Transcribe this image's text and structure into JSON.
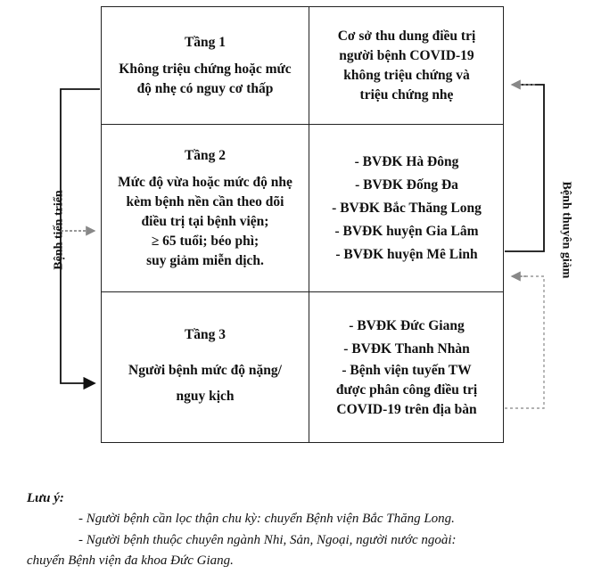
{
  "tiers": [
    {
      "title": "Tầng 1",
      "description_lines": [
        "Không triệu chứng hoặc mức",
        "độ nhẹ có nguy cơ thấp"
      ],
      "facilities": [
        "Cơ sở thu dung điều trị",
        "người bệnh COVID-19",
        "không triệu chứng và",
        "triệu chứng nhẹ"
      ]
    },
    {
      "title": "Tầng 2",
      "description_lines": [
        "Mức độ vừa hoặc mức độ nhẹ",
        "kèm bệnh nền cần theo dõi",
        "điều trị tại bệnh viện;",
        "≥ 65 tuổi; béo phì;",
        "suy giảm miễn dịch."
      ],
      "facilities": [
        "- BVĐK Hà Đông",
        "- BVĐK Đống Đa",
        "- BVĐK Bắc Thăng Long",
        "- BVĐK huyện Gia Lâm",
        "- BVĐK huyện Mê Linh"
      ]
    },
    {
      "title": "Tầng 3",
      "description_lines": [
        "Người bệnh mức độ nặng/",
        "nguy kịch"
      ],
      "facilities": [
        "- BVĐK Đức Giang",
        "- BVĐK Thanh Nhàn",
        "- Bệnh viện tuyến TW",
        "được phân công điều trị",
        "COVID-19 trên địa bàn"
      ]
    }
  ],
  "side_labels": {
    "left": "Bệnh tiến triển",
    "right": "Bệnh thuyên giảm"
  },
  "notes": {
    "title": "Lưu ý:",
    "line1": "- Người bệnh cần lọc thận chu kỳ: chuyển Bệnh viện Bắc Thăng Long.",
    "line2a": "- Người bệnh thuộc chuyên ngành Nhi, Sản, Ngoại, người nước ngoài:",
    "line2b": "chuyển Bệnh viện đa khoa Đức Giang."
  },
  "colors": {
    "line": "#222222",
    "arrow_solid": "#111111",
    "arrow_dotted": "#999999"
  }
}
